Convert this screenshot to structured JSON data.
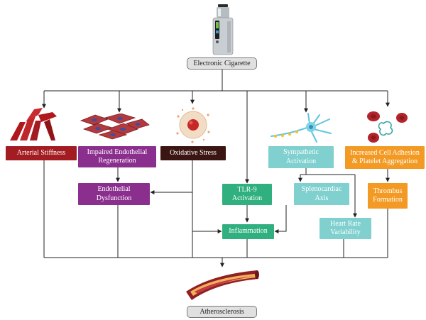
{
  "source": "Electronic Cigarette",
  "outcome": "Atherosclerosis",
  "nodes": {
    "arterial_stiffness": "Arterial Stiffness",
    "impaired_regeneration": "Impaired Endothelial Regeneration",
    "oxidative_stress": "Oxidative Stress",
    "sympathetic_activation": "Sympathetic Activation",
    "cell_adhesion": "Increased Cell Adhesion & Platelet Aggregation",
    "endothelial_dysfunction": "Endothelial Dysfunction",
    "tlr9_activation": "TLR-9 Activation",
    "splenocardiac_axis": "Splenocardiac Axis",
    "thrombus_formation": "Thrombus Formation",
    "heart_rate_variability": "Heart Rate Variability",
    "inflammation": "Inflammation"
  },
  "colors": {
    "dark_red": "#a31c21",
    "purple": "#8b2f8e",
    "dark_brown": "#3b1512",
    "green": "#2fb07e",
    "teal": "#7fd0cf",
    "orange": "#f39a24",
    "pill_fill": "#e0e0e0",
    "line": "#222222"
  },
  "icons": [
    "e-cigarette-icon",
    "artery-icon",
    "endothelial-cells-icon",
    "cell-icon",
    "neuron-icon",
    "platelets-icon",
    "artery-plaque-icon"
  ]
}
